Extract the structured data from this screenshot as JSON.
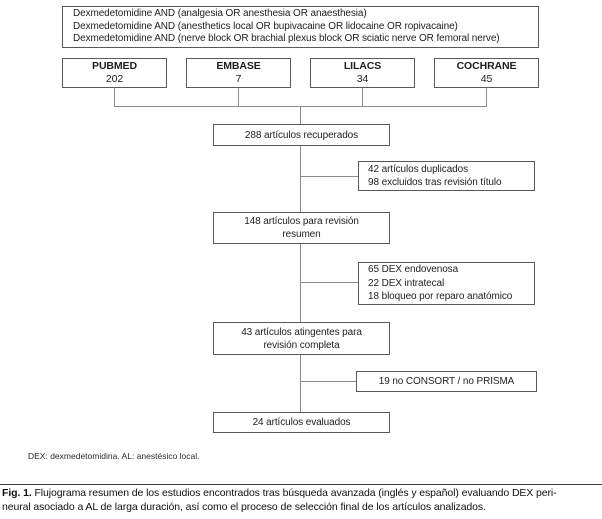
{
  "colors": {
    "background": "#ffffff",
    "box_border": "#595959",
    "connector": "#8c8c8c",
    "text": "#1f1f1f"
  },
  "search_box": {
    "lines": [
      "Dexmedetomidine AND (analgesia OR anesthesia OR anaesthesia)",
      "Dexmedetomidine AND (anesthetics local OR bupivacaine OR lidocaine OR ropivacaine)",
      "Dexmedetomidine AND (nerve block OR brachial plexus block OR sciatic nerve OR femoral nerve)"
    ]
  },
  "databases": [
    {
      "name": "PUBMED",
      "count": "202"
    },
    {
      "name": "EMBASE",
      "count": "7"
    },
    {
      "name": "LILACS",
      "count": "34"
    },
    {
      "name": "COCHRANE",
      "count": "45"
    }
  ],
  "flow": [
    {
      "lines": [
        "288 artículos recuperados"
      ]
    },
    {
      "lines": [
        "148 artículos para revisión",
        "resumen"
      ]
    },
    {
      "lines": [
        "43 artículos atingentes para",
        "revisión completa"
      ]
    },
    {
      "lines": [
        "24 artículos evaluados"
      ]
    }
  ],
  "exclusions": [
    {
      "lines": [
        "42 artículos duplicados",
        "98 excluidos tras revisión título"
      ]
    },
    {
      "lines": [
        "65 DEX endovenosa",
        "22 DEX intratecal",
        "18 bloqueo por reparo anatómico"
      ]
    },
    {
      "lines": [
        "19 no CONSORT / no PRISMA"
      ]
    }
  ],
  "footnote": "DEX: dexmedetomidina. AL: anestésico local.",
  "caption": {
    "label": "Fig. 1.",
    "line1": "Flujograma resumen de los estudios encontrados tras búsqueda avanzada (inglés y español) evaluando DEX peri-",
    "line2": "neural asociado a AL de larga duración, así como el proceso de selección final de los artículos analizados."
  }
}
